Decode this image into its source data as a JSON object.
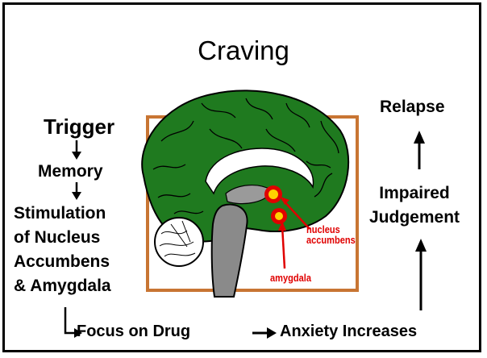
{
  "title": "Craving",
  "left_chain": {
    "trigger": "Trigger",
    "memory": "Memory",
    "stimulation_lines": [
      "Stimulation",
      "of Nucleus",
      "Accumbens",
      "& Amygdala"
    ]
  },
  "bottom_chain": {
    "focus": "Focus on Drug",
    "anxiety": "Anxiety Increases"
  },
  "right_chain": {
    "impaired_lines": [
      "Impaired",
      "Judgement"
    ],
    "relapse": "Relapse"
  },
  "brain_labels": {
    "nucleus_lines": [
      "nucleus",
      "accumbens"
    ],
    "amygdala": "amygdala"
  },
  "colors": {
    "frame": "#000000",
    "brain_box": "#c87533",
    "brain_green": "#1f7a1f",
    "label_red": "#e00000",
    "hotspot": "#ffd000"
  }
}
